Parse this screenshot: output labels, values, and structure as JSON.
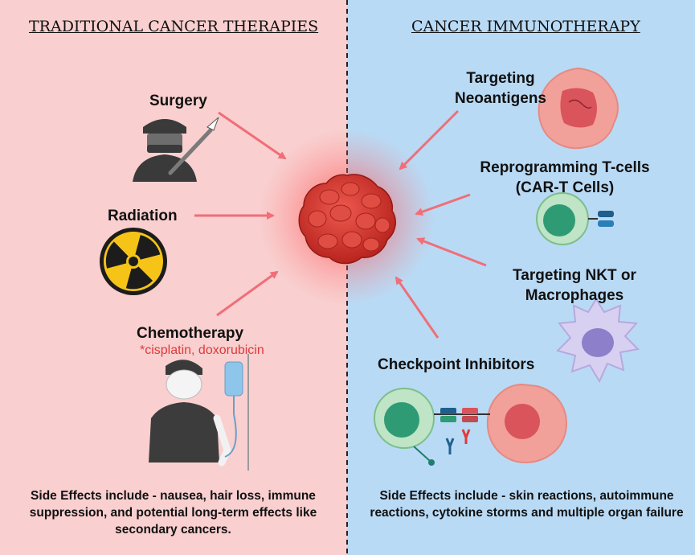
{
  "left": {
    "title": "TRADITIONAL CANCER THERAPIES",
    "therapies": [
      {
        "label": "Surgery",
        "icon": "surgeon-icon"
      },
      {
        "label": "Radiation",
        "icon": "radiation-icon"
      },
      {
        "label": "Chemotherapy",
        "icon": "chemo-patient-icon"
      }
    ],
    "chemo_examples": "*cisplatin, doxorubicin",
    "side_effects": "Side Effects include - nausea, hair loss, immune suppression, and potential long-term effects like secondary cancers."
  },
  "right": {
    "title": "CANCER IMMUNOTHERAPY",
    "therapies": [
      {
        "label_line1": "Targeting",
        "label_line2": "Neoantigens",
        "icon": "cancer-cell-icon"
      },
      {
        "label_line1": "Reprogramming T-cells",
        "label_line2": "(CAR-T Cells)",
        "icon": "car-t-cell-icon"
      },
      {
        "label_line1": "Targeting NKT or",
        "label_line2": "Macrophages",
        "icon": "macrophage-icon"
      },
      {
        "label": "Checkpoint Inhibitors",
        "icon": "checkpoint-interaction-icon"
      }
    ],
    "side_effects": "Side Effects include - skin reactions, autoimmune reactions, cytokine storms and multiple organ failure"
  },
  "colors": {
    "left_background": "#f9cfcf",
    "right_background": "#b9daf5",
    "arrow": "#f06e78",
    "tumor": "#d8352d",
    "highlight_text": "#e0393a"
  }
}
